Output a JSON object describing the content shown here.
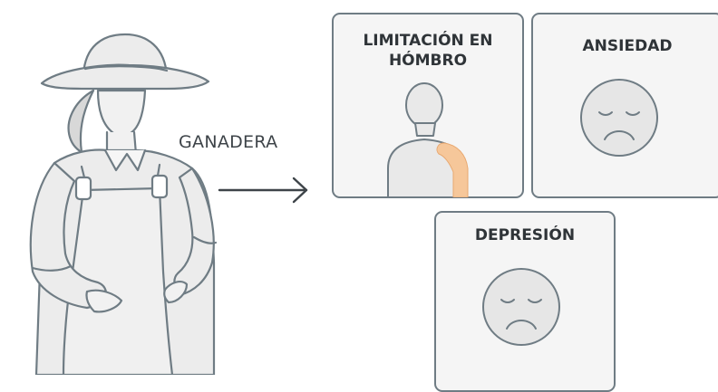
{
  "subject": {
    "label": "GANADERA"
  },
  "conditions": [
    {
      "title_line1": "LIMITACIÓN EN",
      "title_line2": "HÓMBRO",
      "icon": "body-shoulder-icon"
    },
    {
      "title": "ANSIEDAD",
      "icon": "sad-face-icon"
    },
    {
      "title": "DEPRESIÓN",
      "icon": "sad-face-icon"
    }
  ],
  "colors": {
    "outline": "#6f7c84",
    "card_fill": "#f5f5f5",
    "figure_fill": "#eaeaea",
    "highlight": "#f6c79a",
    "text": "#3e4449"
  }
}
